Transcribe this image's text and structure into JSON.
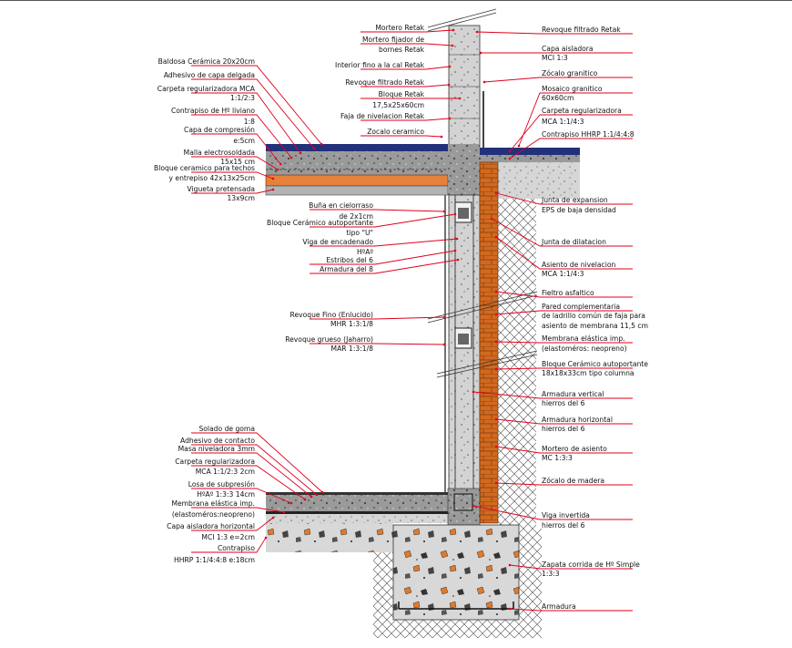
{
  "colors": {
    "leader": "#e0001b",
    "concrete": "#8e8e8e",
    "brick": "#d2691e",
    "block": "#c65a18",
    "tile": "#23307a",
    "insulation": "#c8c8c8"
  },
  "labels_top_center": [
    {
      "id": "mortero-retak",
      "text": "Mortero Retak"
    },
    {
      "id": "mortero-fijador",
      "text": "Mortero fijador de"
    },
    {
      "id": "mortero-fijador-2",
      "text": "bornes Retak"
    },
    {
      "id": "interior-fino",
      "text": "Interior fino a la cal Retak"
    },
    {
      "id": "revoque-filtrado-retak-l",
      "text": "Revoque filtrado Retak"
    },
    {
      "id": "bloque-retak",
      "text": "Bloque Retak"
    },
    {
      "id": "bloque-retak-dim",
      "text": "17,5x25x60cm"
    },
    {
      "id": "faja-nivelacion",
      "text": "Faja de nivelacion Retak"
    },
    {
      "id": "zocalo-ceramico",
      "text": "Zocalo ceramico"
    }
  ],
  "labels_left_top": [
    {
      "id": "baldosa",
      "text": "Baldosa Cerámica  20x20cm"
    },
    {
      "id": "adhesivo-capa",
      "text": "Adhesivo de capa delgada"
    },
    {
      "id": "carpeta-reg",
      "text": "Carpeta regularizadora MCA"
    },
    {
      "id": "carpeta-reg-2",
      "text": "1:1/2:3"
    },
    {
      "id": "contrapiso-ho",
      "text": "Contrapiso de Hº liviano"
    },
    {
      "id": "contrapiso-ho-2",
      "text": "1:8"
    },
    {
      "id": "capa-compresion",
      "text": "Capa de compresión"
    },
    {
      "id": "capa-compresion-2",
      "text": "e:5cm"
    },
    {
      "id": "malla",
      "text": "Malla electrosoldada"
    },
    {
      "id": "malla-2",
      "text": "15x15 cm"
    },
    {
      "id": "bloque-techos",
      "text": "Bloque ceramico para techos"
    },
    {
      "id": "bloque-techos-2",
      "text": "y entrepiso 42x13x25cm"
    },
    {
      "id": "vigueta",
      "text": "Vigueta pretensada"
    },
    {
      "id": "vigueta-2",
      "text": "13x9cm"
    }
  ],
  "labels_center_mid": [
    {
      "id": "buna",
      "text": "Buña en cielorraso"
    },
    {
      "id": "buna-2",
      "text": "de 2x1cm"
    },
    {
      "id": "bloque-u",
      "text": "Bloque Cerámico autoportante"
    },
    {
      "id": "bloque-u-2",
      "text": "tipo \"U\""
    },
    {
      "id": "viga-encadenado",
      "text": "Viga de encadenado"
    },
    {
      "id": "viga-encadenado-2",
      "text": "HºAº"
    },
    {
      "id": "estribos",
      "text": "Estribos del 6"
    },
    {
      "id": "armadura-8",
      "text": "Armadura del 8"
    },
    {
      "id": "revoque-fino",
      "text": "Revoque Fino (Enlucido)"
    },
    {
      "id": "revoque-fino-2",
      "text": "MHR 1:3:1/8"
    },
    {
      "id": "revoque-grueso",
      "text": "Revoque grueso (Jaharro)"
    },
    {
      "id": "revoque-grueso-2",
      "text": "MAR 1:3:1/8"
    }
  ],
  "labels_right": [
    {
      "id": "revoque-filtrado-r",
      "text": "Revoque filtrado Retak"
    },
    {
      "id": "capa-aisladora",
      "text": "Capa aisladora"
    },
    {
      "id": "capa-aisladora-2",
      "text": "MCI 1:3"
    },
    {
      "id": "zocalo-granitico",
      "text": "Zócalo granitico"
    },
    {
      "id": "mosaico",
      "text": "Mosaico granitico"
    },
    {
      "id": "mosaico-2",
      "text": "60x60cm"
    },
    {
      "id": "carpeta-reg-r",
      "text": "Carpeta regularizadora"
    },
    {
      "id": "carpeta-reg-r-2",
      "text": "MCA 1:1/4:3"
    },
    {
      "id": "contrapiso-hhrp",
      "text": "Contrapiso HHRP 1:1/4:4:8"
    },
    {
      "id": "junta-expansion",
      "text": "Junta de expansion"
    },
    {
      "id": "junta-expansion-2",
      "text": "EPS de baja densidad"
    },
    {
      "id": "junta-dilatacion",
      "text": "Junta de dilatacion"
    },
    {
      "id": "asiento",
      "text": "Asiento de nivelacion"
    },
    {
      "id": "asiento-2",
      "text": "MCA 1:1/4:3"
    },
    {
      "id": "fieltro",
      "text": "Fieltro asfaltico"
    },
    {
      "id": "pared",
      "text": "Pared complementaria"
    },
    {
      "id": "pared-2",
      "text": "de ladrillo común de faja para"
    },
    {
      "id": "pared-3",
      "text": "asiento de membrana 11,5 cm"
    },
    {
      "id": "membrana",
      "text": "Membrana elástica imp."
    },
    {
      "id": "membrana-2",
      "text": "(elastoméros: neopreno)"
    },
    {
      "id": "bloque-col",
      "text": "Bloque Cerámico autoportante"
    },
    {
      "id": "bloque-col-2",
      "text": "18x18x33cm  tipo columna"
    },
    {
      "id": "arm-vertical",
      "text": "Armadura vertical"
    },
    {
      "id": "arm-vertical-2",
      "text": "hierros del 6"
    },
    {
      "id": "arm-horizontal",
      "text": "Armadura horizontal"
    },
    {
      "id": "arm-horizontal-2",
      "text": "hierros del 6"
    },
    {
      "id": "mortero-asiento",
      "text": "Mortero de asiento"
    },
    {
      "id": "mortero-asiento-2",
      "text": "MC 1:3:3"
    },
    {
      "id": "zocalo-madera",
      "text": "Zócalo de madera"
    },
    {
      "id": "viga-invertida",
      "text": "Viga invertida"
    },
    {
      "id": "viga-invertida-2",
      "text": "hierros del 6"
    },
    {
      "id": "zapata",
      "text": "Zapata corrida de Hº Simple"
    },
    {
      "id": "zapata-2",
      "text": "1:3:3"
    },
    {
      "id": "armadura",
      "text": "Armadura"
    }
  ],
  "labels_left_bottom": [
    {
      "id": "solado",
      "text": "Solado de goma"
    },
    {
      "id": "adhesivo-contacto",
      "text": "Adhesivo de contacto"
    },
    {
      "id": "masa",
      "text": "Masa niveladora 3mm"
    },
    {
      "id": "carpeta-b",
      "text": "Carpeta regularizadora"
    },
    {
      "id": "carpeta-b-2",
      "text": "MCA 1:1/2:3 2cm"
    },
    {
      "id": "losa",
      "text": "Losa de subpresión"
    },
    {
      "id": "losa-2",
      "text": "HºAº 1:3:3 14cm"
    },
    {
      "id": "membrana-b",
      "text": "Membrana elástica imp."
    },
    {
      "id": "membrana-b-2",
      "text": "(elastoméros:neopreno)"
    },
    {
      "id": "capa-b",
      "text": "Capa aisladora horizontal"
    },
    {
      "id": "capa-b-2",
      "text": "MCI 1:3 e=2cm"
    },
    {
      "id": "contrapiso-b",
      "text": "Contrapiso"
    },
    {
      "id": "contrapiso-b-2",
      "text": "HHRP 1:1/4:4:8 e:18cm"
    }
  ]
}
